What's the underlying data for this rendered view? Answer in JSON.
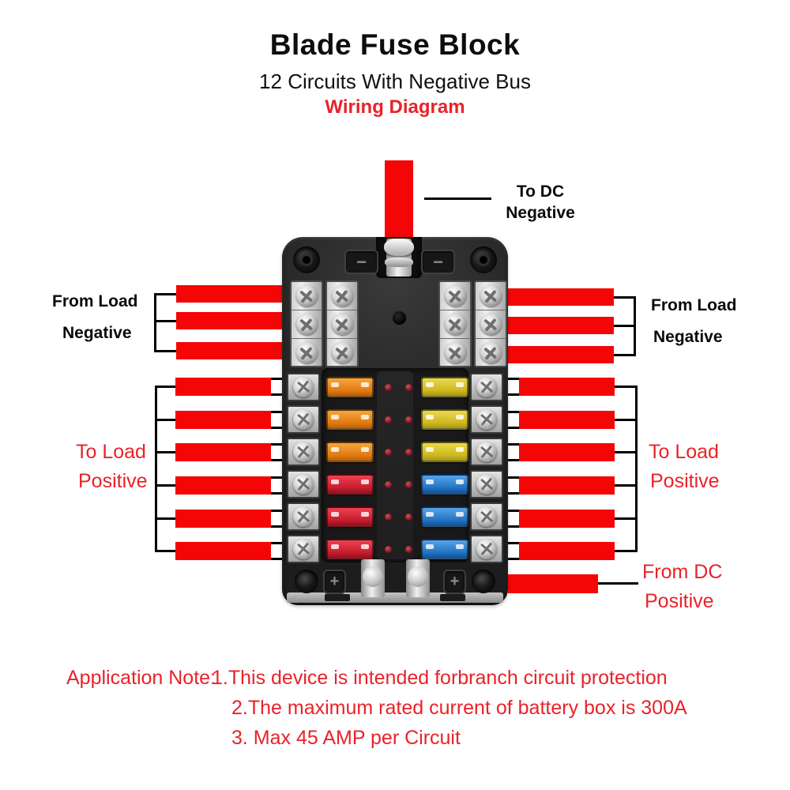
{
  "header": {
    "title": "Blade Fuse Block",
    "subtitle": "12 Circuits With Negative Bus",
    "diagram_label": "Wiring Diagram"
  },
  "labels": {
    "to_dc_negative": {
      "line1": "To DC",
      "line2": "Negative"
    },
    "from_load_negative_left": {
      "line1": "From Load",
      "line2": "Negative"
    },
    "from_load_negative_right": {
      "line1": "From Load",
      "line2": "Negative"
    },
    "to_load_positive_left": {
      "line1": "To Load",
      "line2": "Positive"
    },
    "to_load_positive_right": {
      "line1": "To Load",
      "line2": "Positive"
    },
    "from_dc_positive": {
      "line1": "From DC",
      "line2": "Positive"
    }
  },
  "fuse_block": {
    "circuit_count": 12,
    "negative_terminal_symbol": "−",
    "positive_terminal_symbol": "+",
    "negative_bus_wires_per_side": 3,
    "load_wires_per_side": 6,
    "fuse_colors_left": [
      "orange",
      "orange",
      "orange",
      "red",
      "red",
      "red"
    ],
    "fuse_colors_right": [
      "yellow",
      "yellow",
      "yellow",
      "blue",
      "blue",
      "blue"
    ],
    "led_rows": 6,
    "negative_bus_screws_per_column": 3,
    "negative_bus_columns": 4
  },
  "colors": {
    "wire_red": "#f40606",
    "label_red": "#e8232a",
    "fuse_orange": "#ef8f26",
    "fuse_yellow": "#ddc83a",
    "fuse_red": "#d92535",
    "fuse_blue": "#2f86d6"
  },
  "notes": {
    "prefix": "Application Note:",
    "items": [
      "1.This device is intended forbranch circuit protection",
      "2.The maximum rated current of battery box is 300A",
      "3. Max 45 AMP per Circuit"
    ]
  }
}
